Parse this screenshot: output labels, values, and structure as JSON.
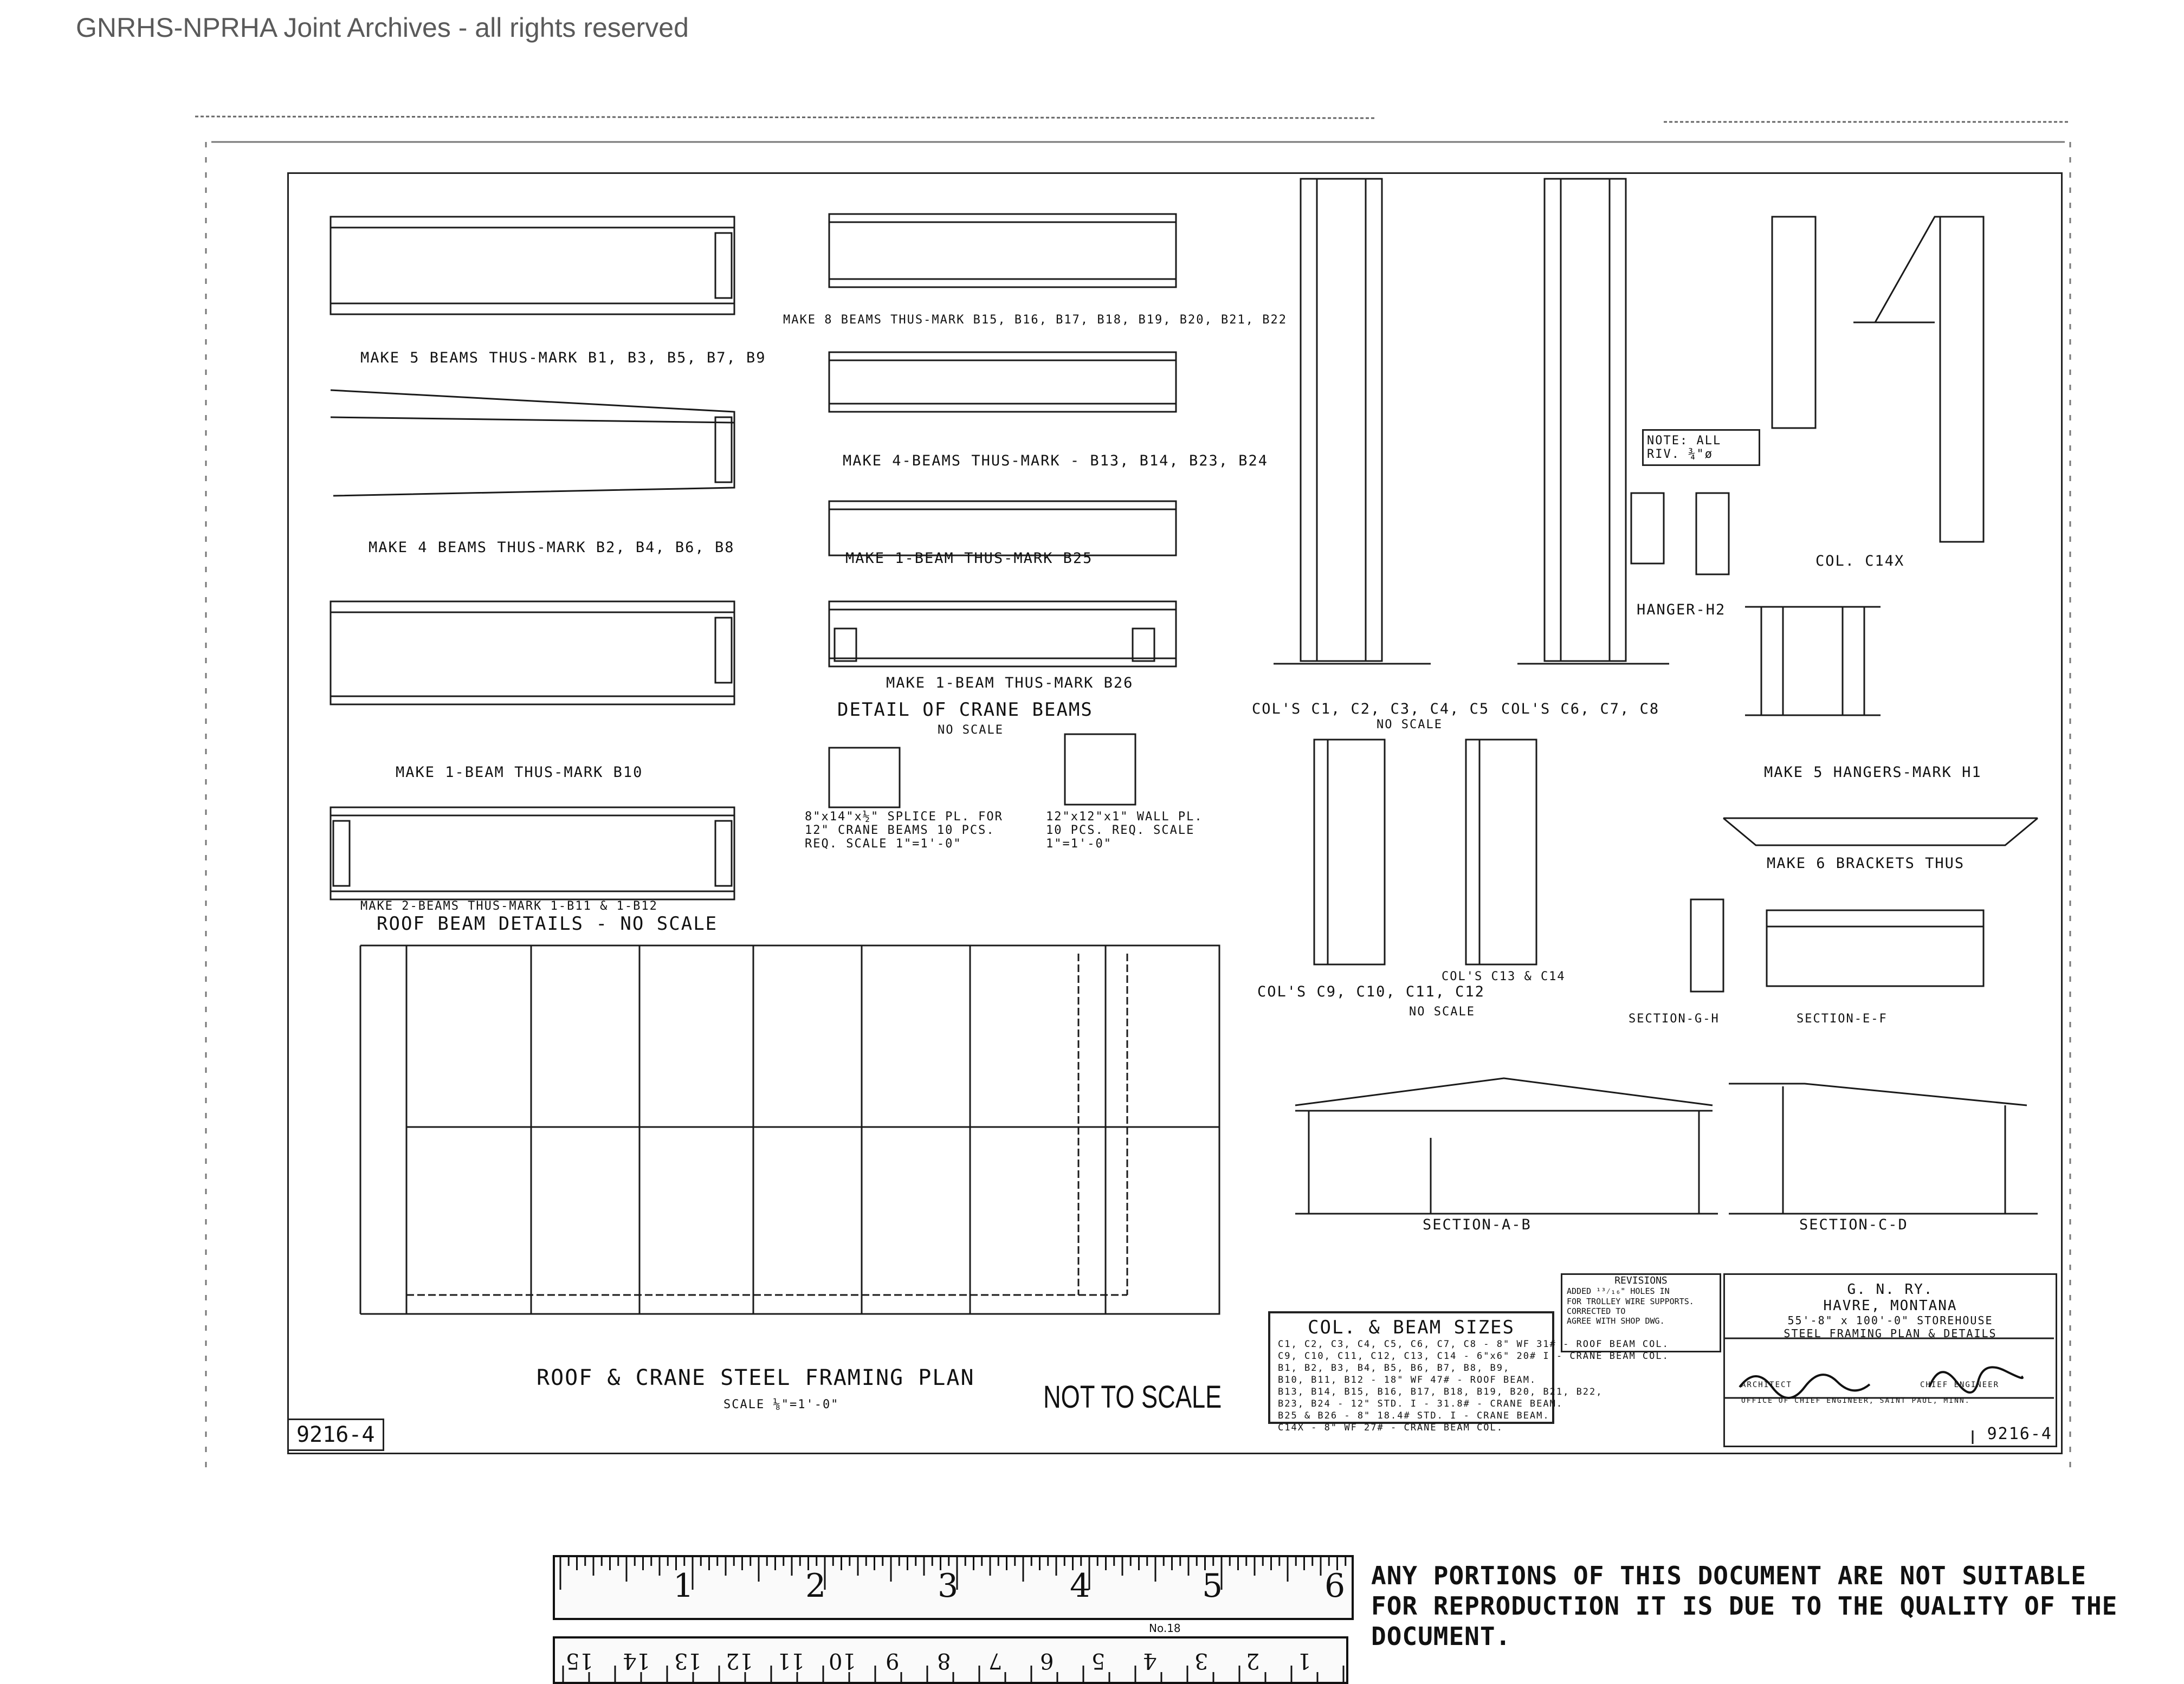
{
  "archive": {
    "watermark": "GNRHS-NPRHA Joint Archives - all rights reserved"
  },
  "drawing": {
    "roof_beam_notes": [
      "MAKE 5 BEAMS THUS-MARK B1, B3, B5, B7, B9",
      "MAKE 4 BEAMS THUS-MARK B2, B4, B6, B8",
      "MAKE 1-BEAM THUS-MARK B10",
      "MAKE 2-BEAMS THUS-MARK 1-B11 & 1-B12"
    ],
    "roof_beam_details": "ROOF BEAM DETAILS - NO SCALE",
    "crane_beam_notes": [
      "MAKE 8 BEAMS THUS-MARK B15, B16, B17, B18, B19, B20, B21, B22",
      "MAKE 4-BEAMS THUS-MARK - B13, B14, B23, B24",
      "MAKE 1-BEAM THUS-MARK B25",
      "MAKE 1-BEAM THUS-MARK B26"
    ],
    "crane_detail_title": "DETAIL OF CRANE BEAMS",
    "no_scale": "NO SCALE",
    "splice_plate": "8\"x14\"x½\" SPLICE PL. FOR 12\" CRANE BEAMS 10 PCS. REQ. SCALE 1\"=1'-0\"",
    "wall_plate": "12\"x12\"x1\" WALL PL. 10 PCS. REQ. SCALE 1\"=1'-0\"",
    "cols_a": "COL'S C1, C2, C3, C4, C5",
    "cols_b": "COL'S C6, C7, C8",
    "cols_c": "COL'S C9, C10, C11, C12",
    "cols_d": "COL'S C13 & C14",
    "col_c14x": "COL. C14X",
    "hanger_h2": "HANGER-H2",
    "hangers_h1": "MAKE 5 HANGERS-MARK H1",
    "brackets": "MAKE 6 BRACKETS THUS",
    "note_box": "NOTE: ALL RIV. ¾\"ø",
    "section_gh": "SECTION-G-H",
    "section_ef": "SECTION-E-F",
    "section_ab": "SECTION-A-B",
    "section_cd": "SECTION-C-D",
    "plan_title": "ROOF & CRANE STEEL FRAMING PLAN",
    "plan_scale": "SCALE ⅛\"=1'-0\"",
    "not_to_scale": "NOT TO SCALE",
    "sheet_number": "9216-4"
  },
  "legend": {
    "title": "COL. & BEAM SIZES",
    "lines": [
      "C1, C2, C3, C4, C5, C6, C7, C8 - 8\" WF 31# - ROOF BEAM COL.",
      "C9, C10, C11, C12, C13, C14 - 6\"x6\" 20# I - CRANE BEAM COL.",
      "B1, B2, B3, B4, B5, B6, B7, B8, B9,",
      "B10, B11, B12 - 18\" WF 47# - ROOF BEAM.",
      "B13, B14, B15, B16, B17, B18, B19, B20, B21, B22,",
      "B23, B24 - 12\" STD. I - 31.8# - CRANE BEAM.",
      "B25 & B26 - 8\" 18.4# STD. I - CRANE BEAM.",
      "C14X - 8\" WF 27# - CRANE BEAM COL."
    ]
  },
  "revisions": {
    "title": "REVISIONS",
    "lines": [
      "ADDED ¹³⁄₁₆\" HOLES IN",
      "FOR TROLLEY WIRE SUPPORTS.",
      "CORRECTED TO",
      "AGREE WITH SHOP DWG."
    ]
  },
  "title_block": {
    "company": "G. N. RY.",
    "location": "HAVRE, MONTANA",
    "building": "55'-8\" x 100'-0\" STOREHOUSE",
    "sheet_title": "STEEL FRAMING PLAN & DETAILS",
    "architect_label": "ARCHITECT",
    "engineer_label": "CHIEF ENGINEER",
    "office": "OFFICE OF CHIEF ENGINEER, SAINT PAUL, MINN.",
    "sheet_number": "9216-4"
  },
  "ruler": {
    "inch_numbers": [
      "1",
      "2",
      "3",
      "4",
      "5",
      "6"
    ],
    "cm_numbers": [
      "1",
      "2",
      "3",
      "4",
      "5",
      "6",
      "7",
      "8",
      "9",
      "10",
      "11",
      "12",
      "13",
      "14",
      "15"
    ],
    "maker_mark": "No.18"
  },
  "notice": {
    "text": "ANY PORTIONS OF THIS DOCUMENT ARE NOT SUITABLE FOR REPRODUCTION IT IS DUE TO THE QUALITY OF THE DOCUMENT."
  }
}
